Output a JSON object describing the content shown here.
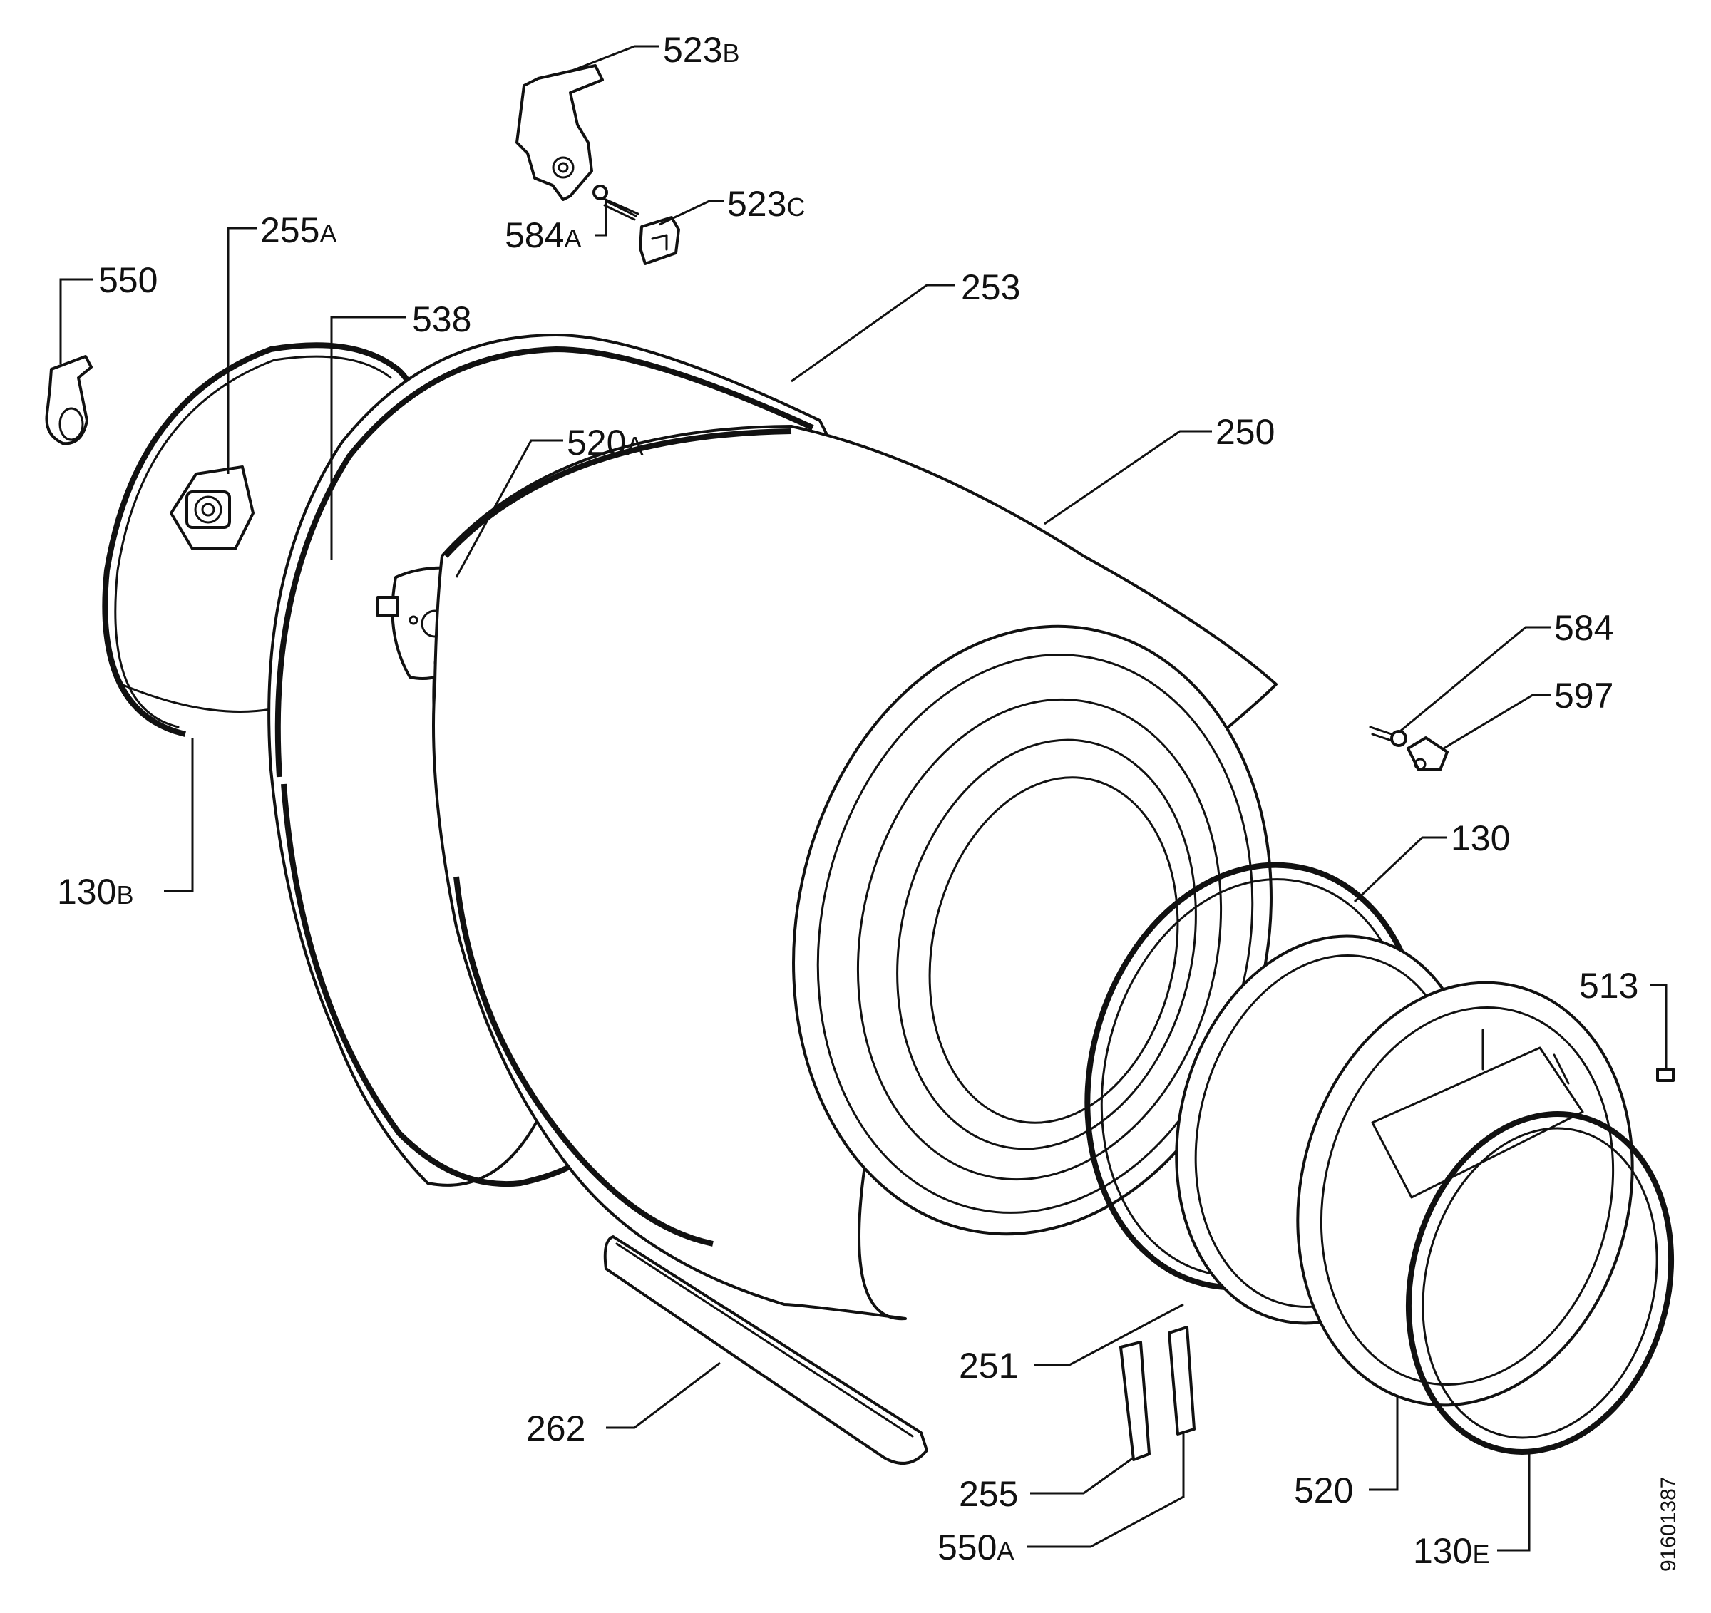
{
  "drawing_reference": "91601387",
  "callouts": [
    {
      "id": "523b",
      "number": "523",
      "suffix": "B"
    },
    {
      "id": "523c",
      "number": "523",
      "suffix": "C"
    },
    {
      "id": "584a",
      "number": "584",
      "suffix": "A"
    },
    {
      "id": "255a",
      "number": "255",
      "suffix": "A"
    },
    {
      "id": "550",
      "number": "550",
      "suffix": ""
    },
    {
      "id": "538",
      "number": "538",
      "suffix": ""
    },
    {
      "id": "253",
      "number": "253",
      "suffix": ""
    },
    {
      "id": "520a",
      "number": "520",
      "suffix": "A"
    },
    {
      "id": "250",
      "number": "250",
      "suffix": ""
    },
    {
      "id": "584",
      "number": "584",
      "suffix": ""
    },
    {
      "id": "597",
      "number": "597",
      "suffix": ""
    },
    {
      "id": "130",
      "number": "130",
      "suffix": ""
    },
    {
      "id": "130b",
      "number": "130",
      "suffix": "B"
    },
    {
      "id": "513",
      "number": "513",
      "suffix": ""
    },
    {
      "id": "251",
      "number": "251",
      "suffix": ""
    },
    {
      "id": "262",
      "number": "262",
      "suffix": ""
    },
    {
      "id": "255",
      "number": "255",
      "suffix": ""
    },
    {
      "id": "520",
      "number": "520",
      "suffix": ""
    },
    {
      "id": "550a",
      "number": "550",
      "suffix": "A"
    },
    {
      "id": "130e",
      "number": "130",
      "suffix": "E"
    }
  ]
}
